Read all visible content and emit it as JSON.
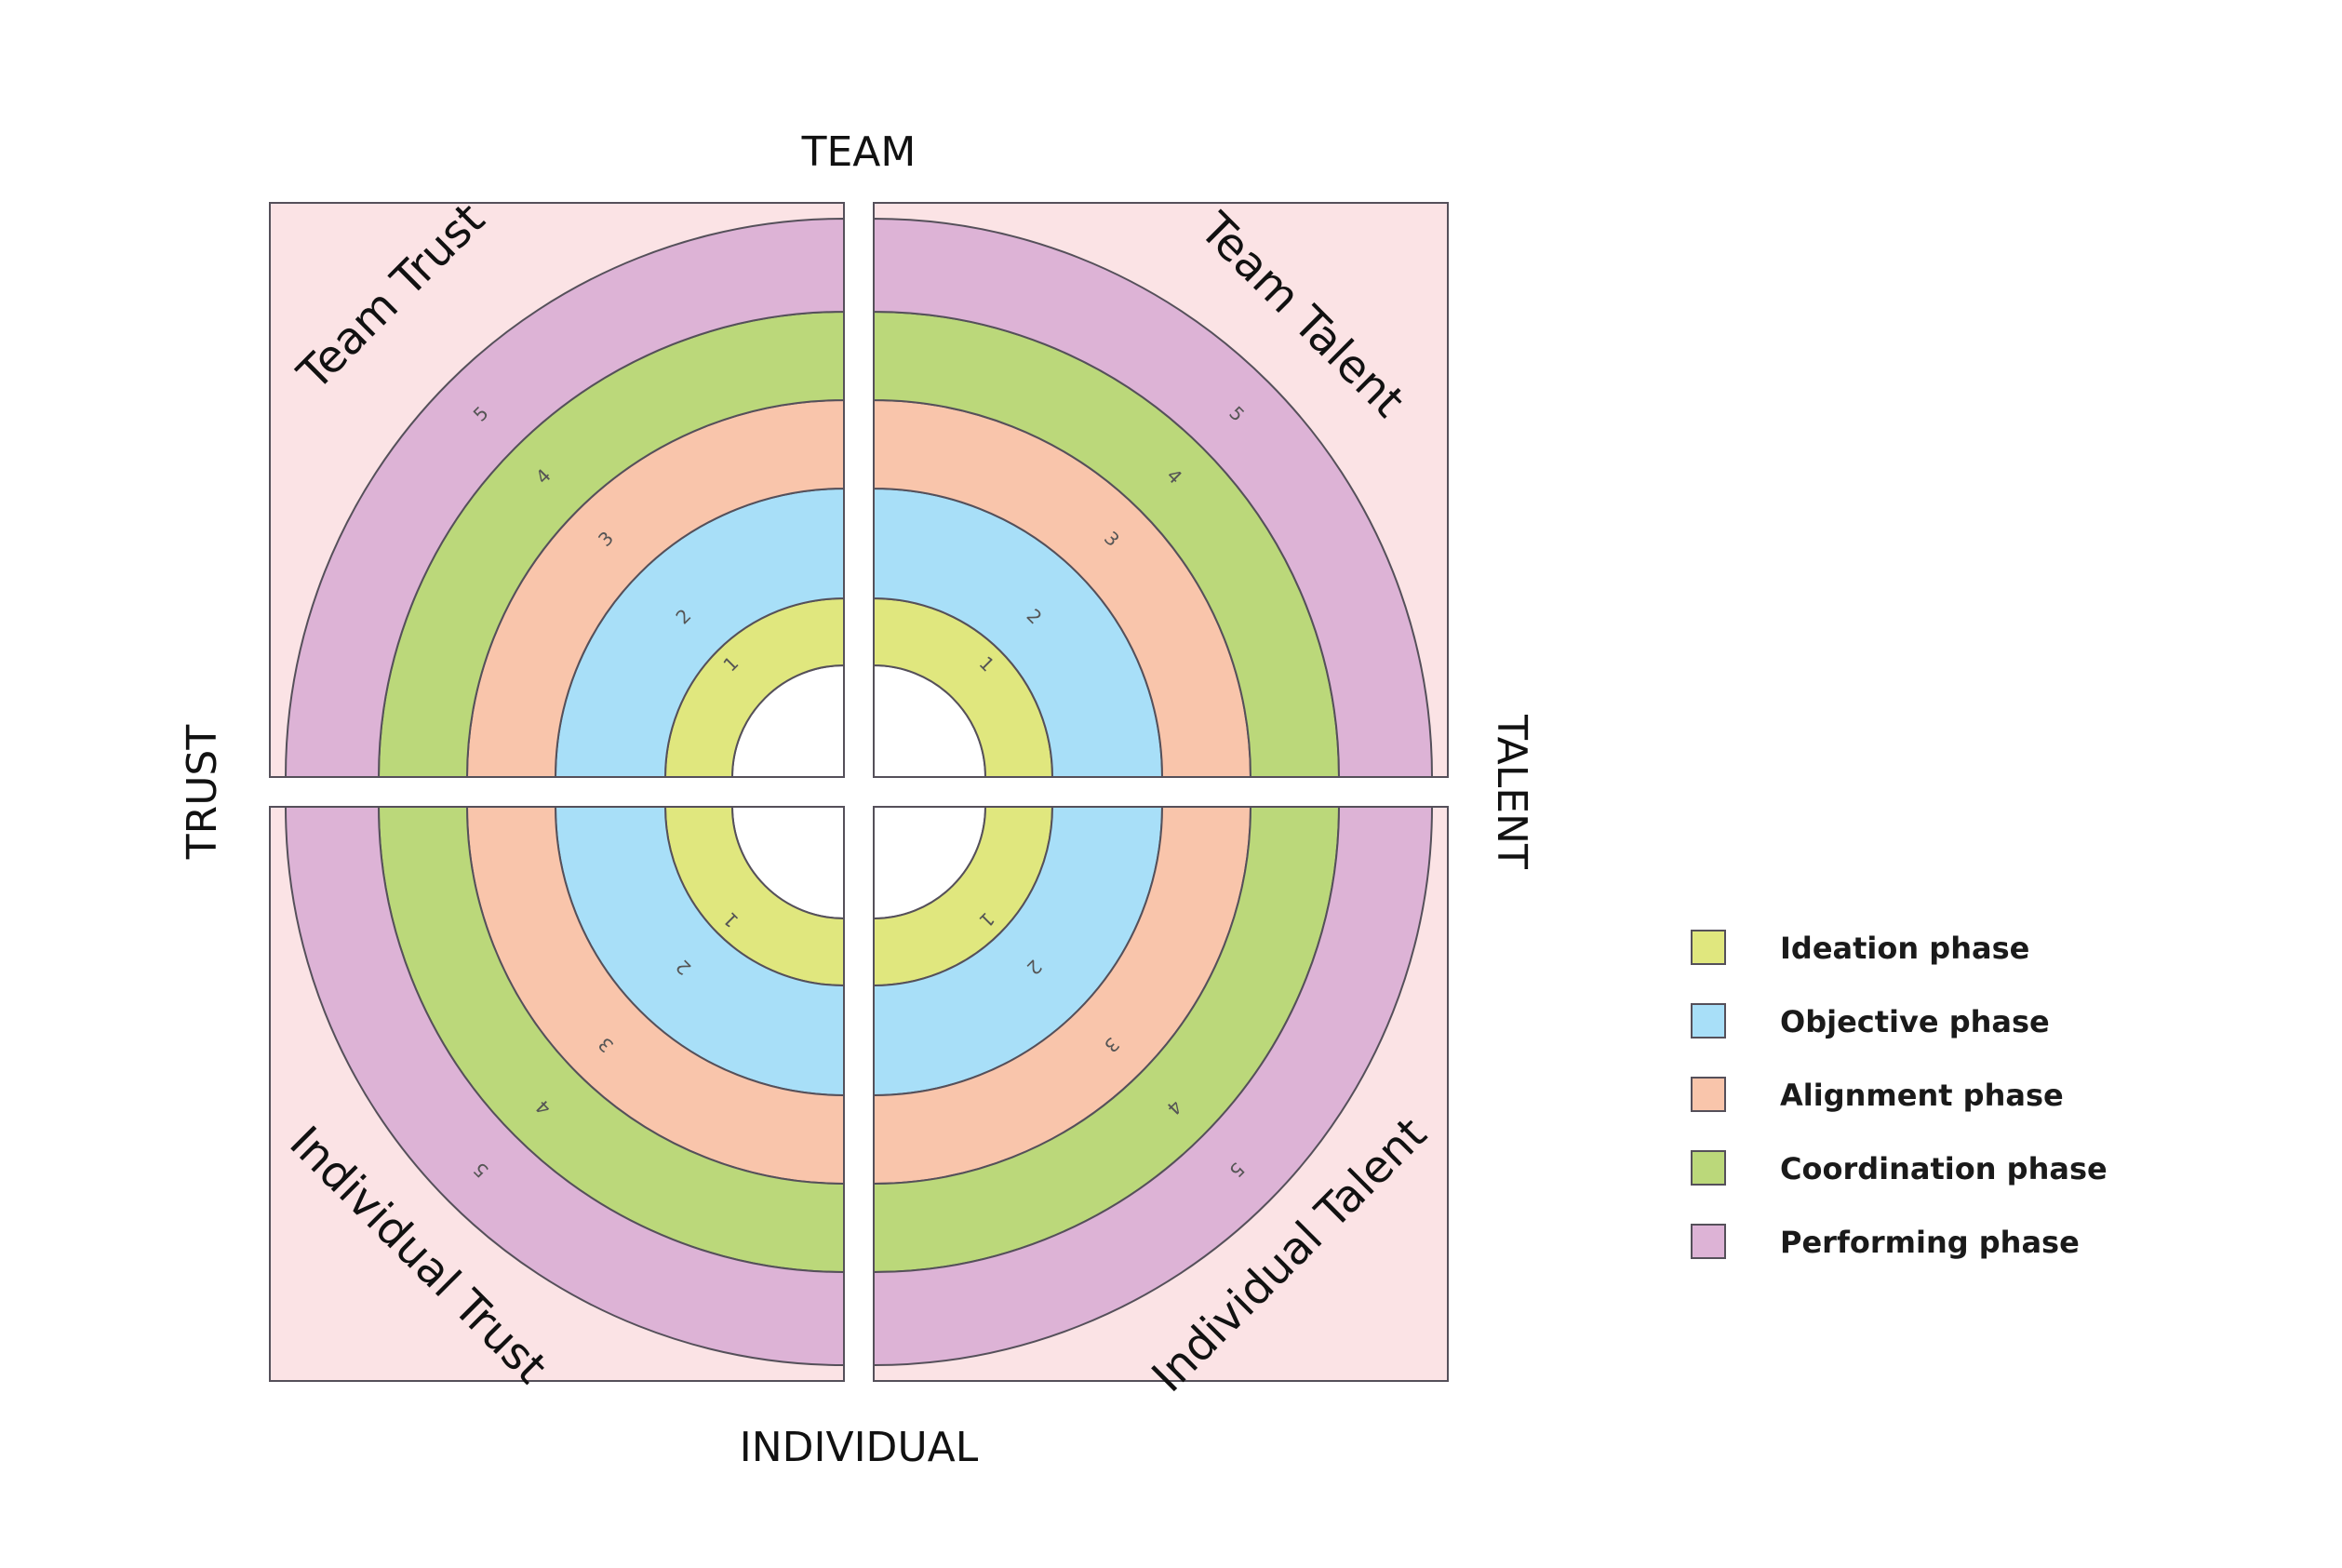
{
  "axes": {
    "top": "TEAM",
    "bottom": "INDIVIDUAL",
    "left": "TRUST",
    "right": "TALENT"
  },
  "quadrants": [
    {
      "id": "tl",
      "title": "Team Trust"
    },
    {
      "id": "tr",
      "title": "Team Talent"
    },
    {
      "id": "bl",
      "title": "Individual Trust"
    },
    {
      "id": "br",
      "title": "Individual Talent"
    }
  ],
  "rings": [
    {
      "number": "1",
      "phase": "Ideation phase",
      "color": "#e0e77e"
    },
    {
      "number": "2",
      "phase": "Objective phase",
      "color": "#a8dff8"
    },
    {
      "number": "3",
      "phase": "Alignment phase",
      "color": "#f9c5ab"
    },
    {
      "number": "4",
      "phase": "Coordination phase",
      "color": "#bbd87a"
    },
    {
      "number": "5",
      "phase": "Performing phase",
      "color": "#ddb3d6"
    }
  ],
  "colors": {
    "quadrant_bg": "#fbe3e5",
    "stroke": "#55505a",
    "center": "#ffffff"
  },
  "legend": [
    {
      "label": "Ideation phase",
      "color": "#e0e77e"
    },
    {
      "label": "Objective phase",
      "color": "#a8dff8"
    },
    {
      "label": "Alignment phase",
      "color": "#f9c5ab"
    },
    {
      "label": "Coordination phase",
      "color": "#bbd87a"
    },
    {
      "label": "Performing phase",
      "color": "#ddb3d6"
    }
  ]
}
